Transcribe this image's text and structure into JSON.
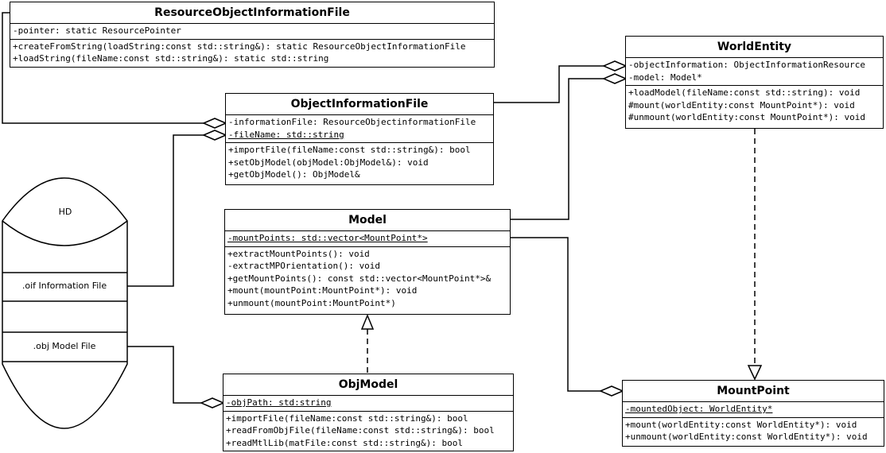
{
  "classes": {
    "rof": {
      "name": "ResourceObjectInformationFile",
      "attributes": [
        "-pointer: static ResourcePointer"
      ],
      "operations": [
        "+createFromString(loadString:const std::string&): static ResourceObjectInformationFile",
        "+loadString(fileName:const std::string&): static std::string"
      ]
    },
    "oif": {
      "name": "ObjectInformationFile",
      "attributes": [
        "-informationFile: ResourceObjectinformationFile",
        "-fileName: std::string"
      ],
      "operations": [
        "+importFile(fileName:const std::string&): bool",
        "+setObjModel(objModel:ObjModel&): void",
        "+getObjModel(): ObjModel&"
      ]
    },
    "model": {
      "name": "Model",
      "attributes": [
        "-mountPoints: std::vector<MountPoint*>"
      ],
      "operations": [
        "+extractMountPoints(): void",
        "-extractMPOrientation(): void",
        "+getMountPoints(): const std::vector<MountPoint*>&",
        "+mount(mountPoint:MountPoint*): void",
        "+unmount(mountPoint:MountPoint*)"
      ]
    },
    "objmodel": {
      "name": "ObjModel",
      "attributes": [
        "-objPath: std:string"
      ],
      "operations": [
        "+importFile(fileName:const std::string&): bool",
        "+readFromObjFile(fileName:const std::string&): bool",
        "+readMtlLib(matFile:const std::string&): bool"
      ]
    },
    "world": {
      "name": "WorldEntity",
      "attributes": [
        "-objectInformation: ObjectInformationResource",
        "-model: Model*"
      ],
      "operations": [
        "+loadModel(fileName:const std::string): void",
        "#mount(worldEntity:const MountPoint*): void",
        "#unmount(worldEntity:const MountPoint*): void"
      ]
    },
    "mount": {
      "name": "MountPoint",
      "attributes": [
        "-mountedObject: WorldEntity*"
      ],
      "operations": [
        "+mount(worldEntity:const WorldEntity*): void",
        "+unmount(worldEntity:const WorldEntity*): void"
      ]
    }
  },
  "storage": {
    "title": "HD",
    "oif_file": ".oif Information File",
    "obj_file": ".obj Model File"
  }
}
